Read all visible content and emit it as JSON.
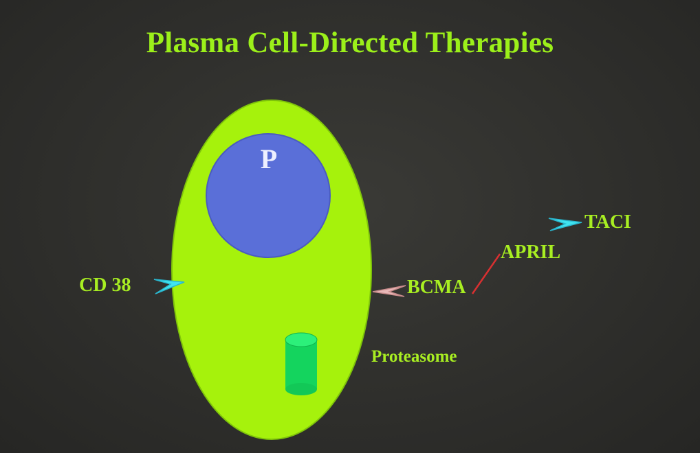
{
  "slide": {
    "title": "Plasma Cell-Directed Therapies"
  },
  "cell": {
    "nucleus_label": "P"
  },
  "labels": {
    "cd38": "CD 38",
    "bcma": "BCMA",
    "april": "APRIL",
    "taci": "TACI",
    "proteasome": "Proteasome"
  },
  "colors": {
    "background": "#2f2f2c",
    "text_accent": "#9cf01a",
    "cell_fill": "#a6f20c",
    "nucleus_fill": "#5a6fd8",
    "proteasome_fill": "#10d860",
    "receptor_cyan": "#3fe6f0",
    "receptor_bcma": "#e8b0b0",
    "april_arrow": "#d83030"
  }
}
